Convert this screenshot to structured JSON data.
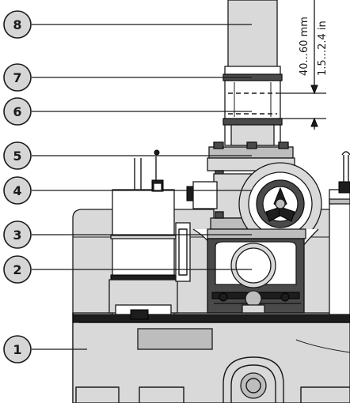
{
  "callouts": [
    {
      "id": "8",
      "label": "8"
    },
    {
      "id": "7",
      "label": "7"
    },
    {
      "id": "6",
      "label": "6"
    },
    {
      "id": "5",
      "label": "5"
    },
    {
      "id": "4",
      "label": "4"
    },
    {
      "id": "3",
      "label": "3"
    },
    {
      "id": "2",
      "label": "2"
    },
    {
      "id": "1",
      "label": "1"
    }
  ],
  "dimension": {
    "metric": "40...60 mm",
    "imperial": "1.5...2.4 in"
  }
}
